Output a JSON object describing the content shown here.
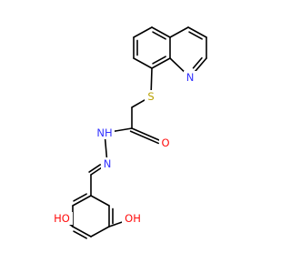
{
  "colors": {
    "bond": "#000000",
    "carbon": "#000000",
    "nitrogen": "#3333ff",
    "oxygen": "#ff0d0d",
    "sulfur": "#b8a000",
    "background": "#ffffff"
  },
  "atoms": {
    "n_quinoline": "N",
    "s_thioether": "S",
    "o_carbonyl": "O",
    "n_amide": "NH",
    "n_hydrazone": "N",
    "oh_left": "HO",
    "oh_right": "OH"
  },
  "atom_colors": {
    "n_quinoline": "nitrogen",
    "s_thioether": "sulfur",
    "o_carbonyl": "oxygen",
    "n_amide": "nitrogen",
    "n_hydrazone": "nitrogen",
    "oh_left": "oxygen",
    "oh_right": "oxygen"
  }
}
